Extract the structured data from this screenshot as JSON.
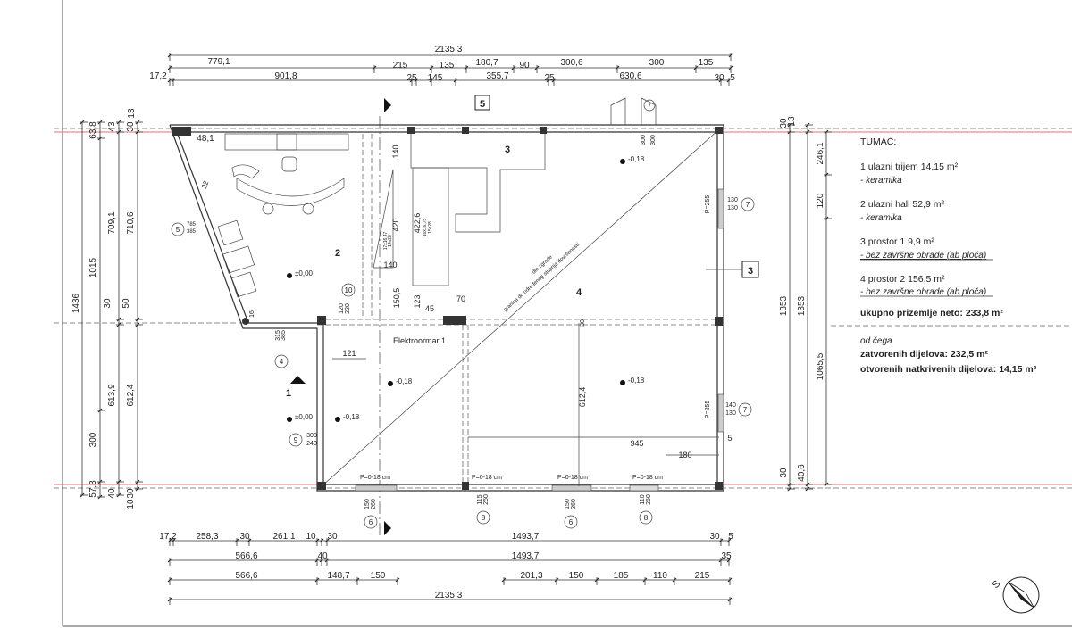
{
  "plan": {
    "top_dims": {
      "overall": "2135,3",
      "row2": [
        "779,1",
        "215",
        "135",
        "180,7",
        "90",
        "300,6",
        "300",
        "135"
      ],
      "row3": [
        "17,2",
        "901,8",
        "25",
        "145",
        "355,7",
        "25",
        "630,6",
        "30",
        "5"
      ]
    },
    "bottom_dims": {
      "row1": [
        "17,2",
        "258,3",
        "30",
        "261,1",
        "10",
        "30",
        "1493,7",
        "30",
        "5"
      ],
      "row2": [
        "566,6",
        "40",
        "1493,7",
        "35"
      ],
      "row3": [
        "566,6",
        "148,7",
        "150",
        "201,3",
        "150",
        "185",
        "110",
        "215"
      ],
      "overall": "2135,3"
    },
    "left_dims": {
      "c1": [
        "1436"
      ],
      "c2": [
        "63,8",
        "1015",
        "300",
        "57,3"
      ],
      "c3": [
        "43",
        "709,1",
        "30",
        "613,9",
        "40"
      ],
      "c4": [
        "13",
        "30",
        "710,6",
        "50",
        "612,4",
        "30",
        "10"
      ]
    },
    "right_dims": {
      "c1": [
        "30",
        "1353",
        "30"
      ],
      "c2": [
        "13",
        "1353",
        "40,6"
      ],
      "c3": [
        "246,1",
        "120",
        "1065,5"
      ]
    },
    "rooms": [
      "1",
      "2",
      "3",
      "4"
    ],
    "tags": [
      "5",
      "3"
    ],
    "levels": [
      "±0,00",
      "-0,18",
      "-0,18",
      "-0,18",
      "-0,18",
      "±0,00"
    ],
    "circle_marks": {
      "c10": "10",
      "c4": "4",
      "c5": "5",
      "c5_top": "785",
      "c5_bot": "385",
      "c9": "9",
      "c9_top": "300",
      "c9_bot": "240",
      "c6a": "6",
      "c6a_top": "150",
      "c6a_bot": "260",
      "c8a": "8",
      "c8a_top": "115",
      "c8a_bot": "260",
      "c6b": "6",
      "c6b_top": "150",
      "c6b_bot": "260",
      "c8b": "8",
      "c8b_top": "110",
      "c8b_bot": "260",
      "c7a": "7",
      "c7a_top": "130",
      "c7a_bot": "130",
      "c7b": "7",
      "c7b_top": "140",
      "c7b_bot": "130",
      "c7c": "7"
    },
    "windows": [
      "P=0-18 cm",
      "P=0-18 cm",
      "P=0-18 cm",
      "P=0-18 cm",
      "P=255",
      "P=255"
    ],
    "inner_dims": {
      "d48": "48,1",
      "d22": "22",
      "d140a": "140",
      "d140b": "140",
      "d420": "420",
      "d422": "422,6",
      "d150": "150,5",
      "d123": "123",
      "d45": "45",
      "d70": "70",
      "d120": "120",
      "d220": "220",
      "d121": "121",
      "d6124": "612,4",
      "d945": "945",
      "d180": "180",
      "d5": "5",
      "d16": "16",
      "d315": "315",
      "d385": "385",
      "d300a": "300",
      "d300b": "300",
      "d30": "30",
      "stair_a": "17x16,47",
      "stair_b": "14x28",
      "stair_c": "16x16,75",
      "stair_d": "15x28"
    },
    "labels": {
      "elektro": "Elektroormar 1",
      "diag1": "dio zgrade",
      "diag2": "granica do određenog stupnja dovršenosti"
    },
    "compass": "S"
  },
  "legend": {
    "title": "TUMAČ:",
    "items": [
      {
        "label": "1  ulazni trijem   14,15 m²",
        "finish": "- keramika"
      },
      {
        "label": "2  ulazni hall   52,9 m²",
        "finish": "- keramika"
      },
      {
        "label": "3  prostor 1 9,9 m²",
        "finish": "- bez završne obrade (ab ploča)"
      },
      {
        "label": "4  prostor 2  156,5 m²",
        "finish": "- bez završne obrade (ab ploča)"
      }
    ],
    "total": "ukupno prizemlje neto: 233,8 m²",
    "of_which": "od čega",
    "closed": "zatvorenih dijelova: 232,5 m²",
    "open": "otvorenih natkrivenih dijelova: 14,15 m²"
  },
  "colors": {
    "axis_line": "#e07070",
    "wall": "#333333"
  }
}
